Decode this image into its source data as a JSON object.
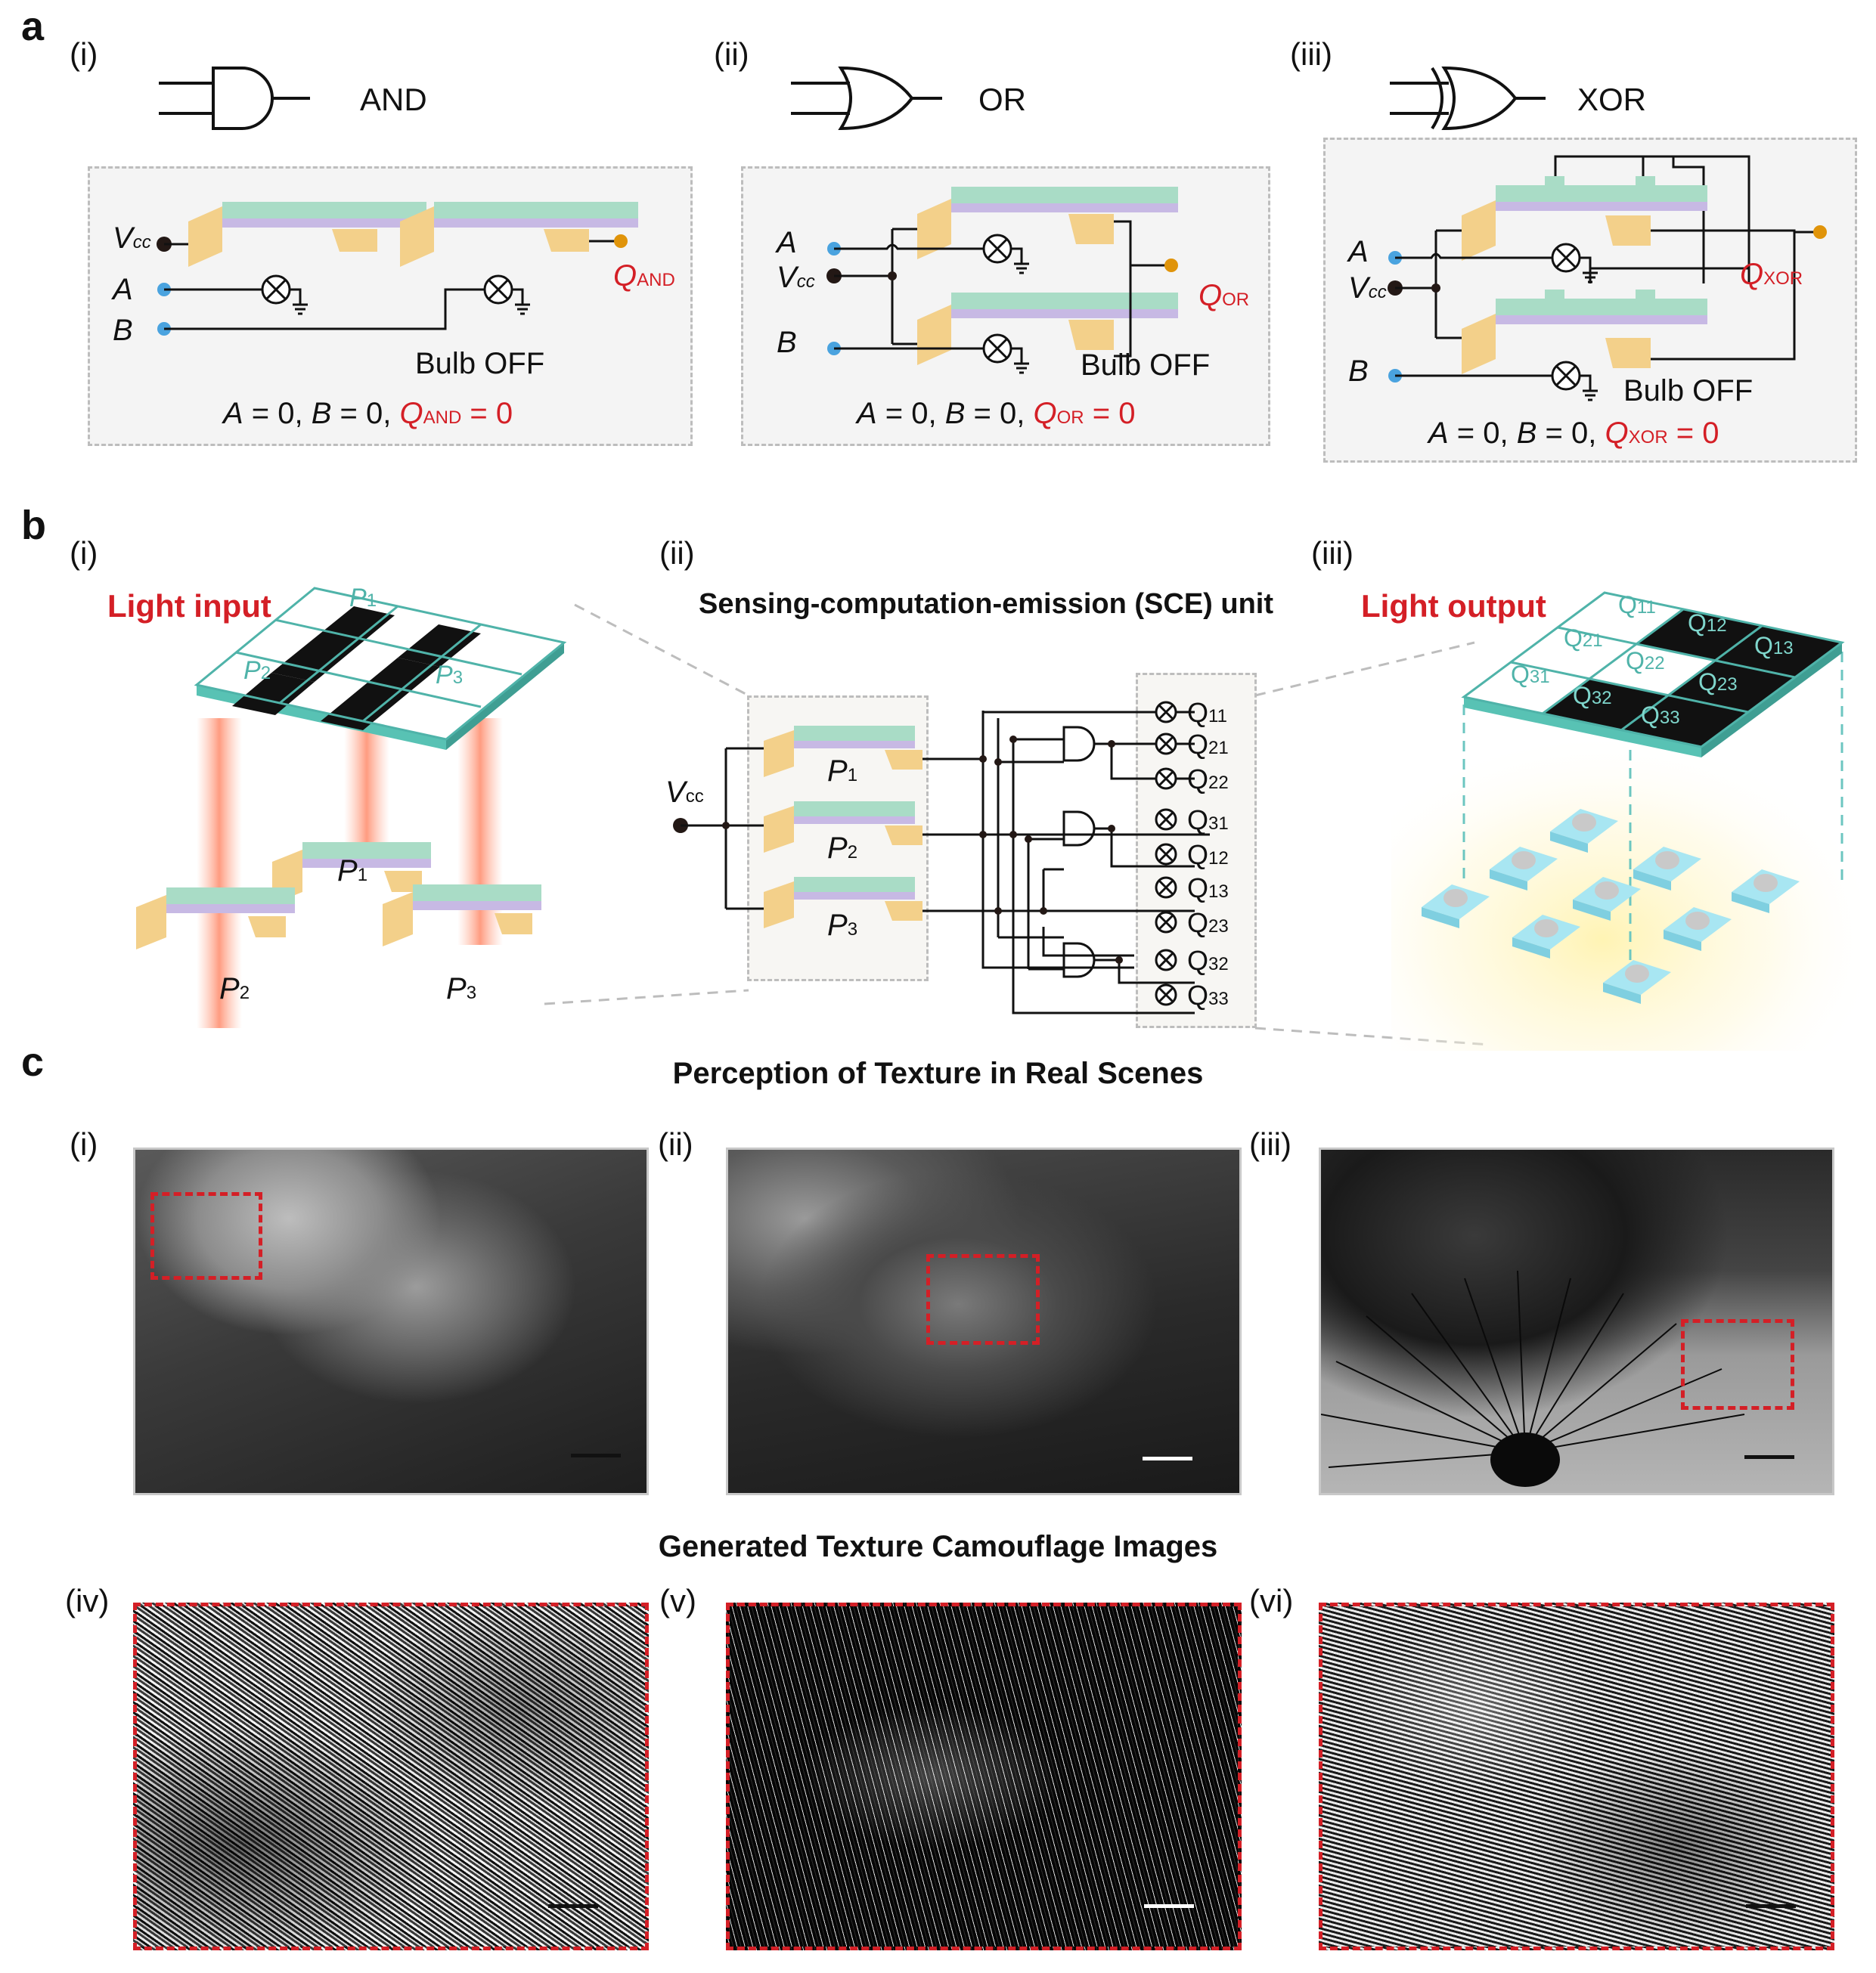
{
  "panel_a": {
    "letter": "a",
    "subpanels": [
      {
        "roman": "(i)",
        "gate": "AND",
        "q_sub": "AND",
        "bulb": "Bulb OFF",
        "eq_a": "A",
        "eq_b": "B",
        "eq_mid": " = 0, ",
        "eq_mid2": " = 0,",
        "q_val": " = 0"
      },
      {
        "roman": "(ii)",
        "gate": "OR",
        "q_sub": "OR",
        "bulb": "Bulb OFF",
        "eq_a": "A",
        "eq_b": "B",
        "eq_mid": " = 0, ",
        "eq_mid2": " = 0,",
        "q_val": " = 0"
      },
      {
        "roman": "(iii)",
        "gate": "XOR",
        "q_sub": "XOR",
        "bulb": "Bulb OFF",
        "eq_a": "A",
        "eq_b": "B",
        "eq_mid": " = 0, ",
        "eq_mid2": " = 0,",
        "q_val": " = 0"
      }
    ],
    "vcc_main": "V",
    "vcc_sub": "cc",
    "input_a": "A",
    "input_b": "B",
    "q": "Q"
  },
  "panel_b": {
    "letter": "b",
    "i_label": "(i)",
    "ii_label": "(ii)",
    "iii_label": "(iii)",
    "light_input": "Light input",
    "light_output": "Light output",
    "sce_title": "Sensing-computation-emission (SCE) unit",
    "p": "P",
    "p_subs": [
      "1",
      "2",
      "3"
    ],
    "vcc_main": "V",
    "vcc_sub": "cc",
    "q_letter": "Q",
    "q_outputs": [
      "11",
      "21",
      "22",
      "31",
      "12",
      "13",
      "23",
      "32",
      "33"
    ],
    "output_grid": [
      [
        "11",
        "12",
        "13"
      ],
      [
        "21",
        "22",
        "23"
      ],
      [
        "31",
        "32",
        "33"
      ]
    ]
  },
  "panel_c": {
    "letter": "c",
    "top_heading": "Perception of Texture in Real Scenes",
    "bottom_heading": "Generated Texture Camouflage Images",
    "top_labels": [
      "(i)",
      "(ii)",
      "(iii)"
    ],
    "bottom_labels": [
      "(iv)",
      "(v)",
      "(vi)"
    ]
  },
  "colors": {
    "red": "#d41f26",
    "teal": "#4fb3a9",
    "input_dot": "#4aa3df",
    "output_dot": "#e0940a",
    "electrode": "#f3d08a",
    "layer_green": "#a9dcc6",
    "layer_purple": "#c7b9e4"
  }
}
